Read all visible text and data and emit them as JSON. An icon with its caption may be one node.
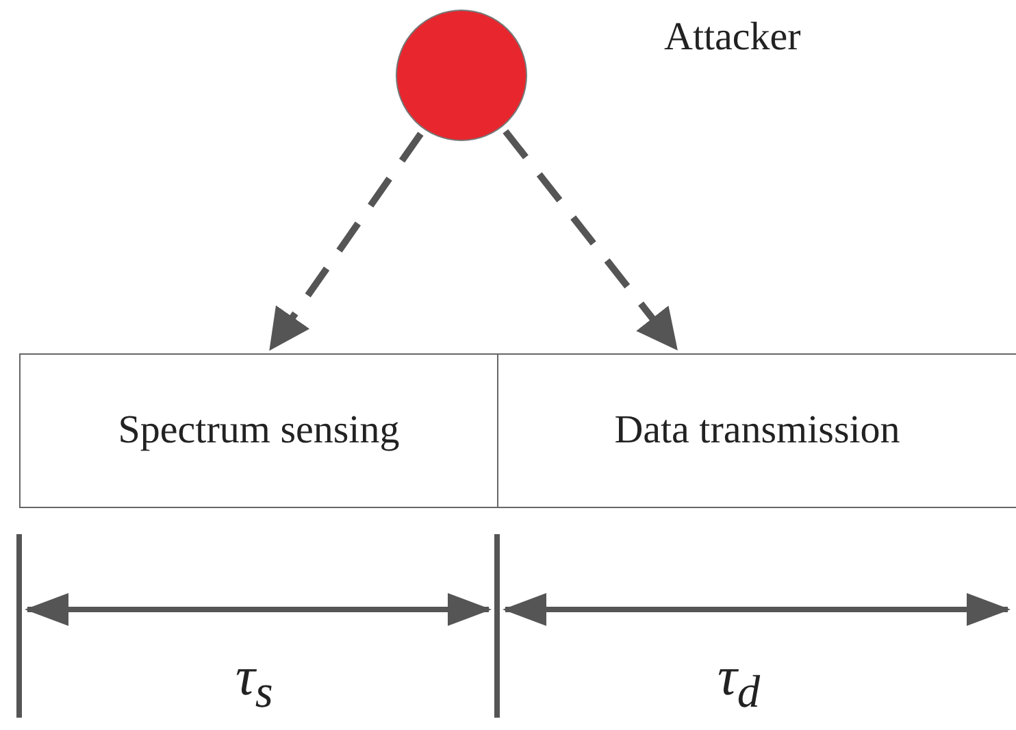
{
  "diagram": {
    "nodes": [
      {
        "text": [],
        "shape": "circle",
        "beside": [
          "Attacker"
        ]
      },
      {
        "text": [
          "Spectrum sensing"
        ]
      },
      {
        "text": [
          "Data transmission"
        ]
      }
    ],
    "edges": [
      {
        "from": 0,
        "to": 1,
        "arrow": "to",
        "style": "dashed"
      },
      {
        "from": 0,
        "to": 2,
        "arrow": "to",
        "style": "dashed"
      }
    ],
    "labels": [
      "τ$_{s}$",
      "τ$_{d}$"
    ]
  }
}
